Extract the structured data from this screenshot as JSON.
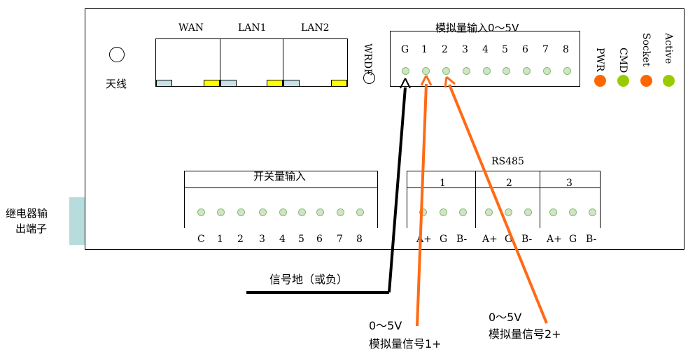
{
  "antenna": {
    "label": "天线"
  },
  "ethernet": {
    "ports": [
      {
        "label": "WAN"
      },
      {
        "label": "LAN1"
      },
      {
        "label": "LAN2"
      }
    ],
    "tab_colors": {
      "link": "#c8e0e8",
      "activity": "#ffff00"
    }
  },
  "wrdf": {
    "label": "WRDF"
  },
  "analog_input": {
    "title": "模拟量输入0～5V",
    "pins": [
      "G",
      "1",
      "2",
      "3",
      "4",
      "5",
      "6",
      "7",
      "8"
    ]
  },
  "leds": [
    {
      "label": "PWR",
      "color": "#ff6600"
    },
    {
      "label": "CMD",
      "color": "#99cc00"
    },
    {
      "label": "Socket",
      "color": "#ff6600"
    },
    {
      "label": "Active",
      "color": "#99cc00"
    }
  ],
  "digital_input": {
    "title": "开关量输入",
    "pins": [
      "C",
      "1",
      "2",
      "3",
      "4",
      "5",
      "6",
      "7",
      "8"
    ]
  },
  "rs485": {
    "title": "RS485",
    "groups": [
      {
        "label": "1",
        "pins": [
          "A+",
          "G",
          "B-"
        ]
      },
      {
        "label": "2",
        "pins": [
          "A+",
          "G",
          "B-"
        ]
      },
      {
        "label": "3",
        "pins": [
          "A+",
          "G",
          "B-"
        ]
      }
    ]
  },
  "relay": {
    "label_line1": "继电器输",
    "label_line2": "出端子",
    "color": "#b8dcdc"
  },
  "wiring": {
    "ground_label": "信号地（或负）",
    "signal1_line1": "0～5V",
    "signal1_line2": "模拟量信号1+",
    "signal2_line1": "0～5V",
    "signal2_line2": "模拟量信号2+",
    "ground_color": "#000000",
    "signal_color": "#ff6a13"
  }
}
